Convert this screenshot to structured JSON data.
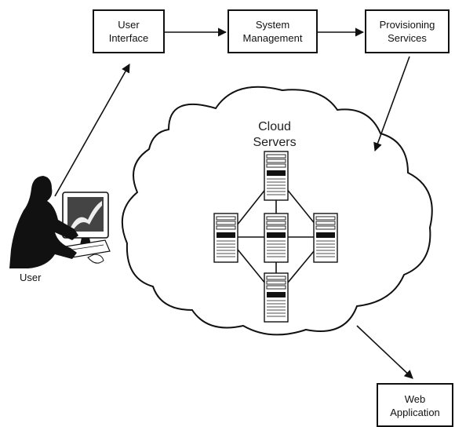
{
  "boxes": {
    "user_interface": [
      "User",
      "Interface"
    ],
    "system_management": [
      "System",
      "Management"
    ],
    "provisioning_services": [
      "Provisioning",
      "Services"
    ],
    "web_application": [
      "Web",
      "Application"
    ]
  },
  "cloud": {
    "title": [
      "Cloud",
      "Servers"
    ]
  },
  "user_label": "User",
  "colors": {
    "stroke": "#111111",
    "server_fill": "#ffffff",
    "silhouette": "#111111"
  }
}
